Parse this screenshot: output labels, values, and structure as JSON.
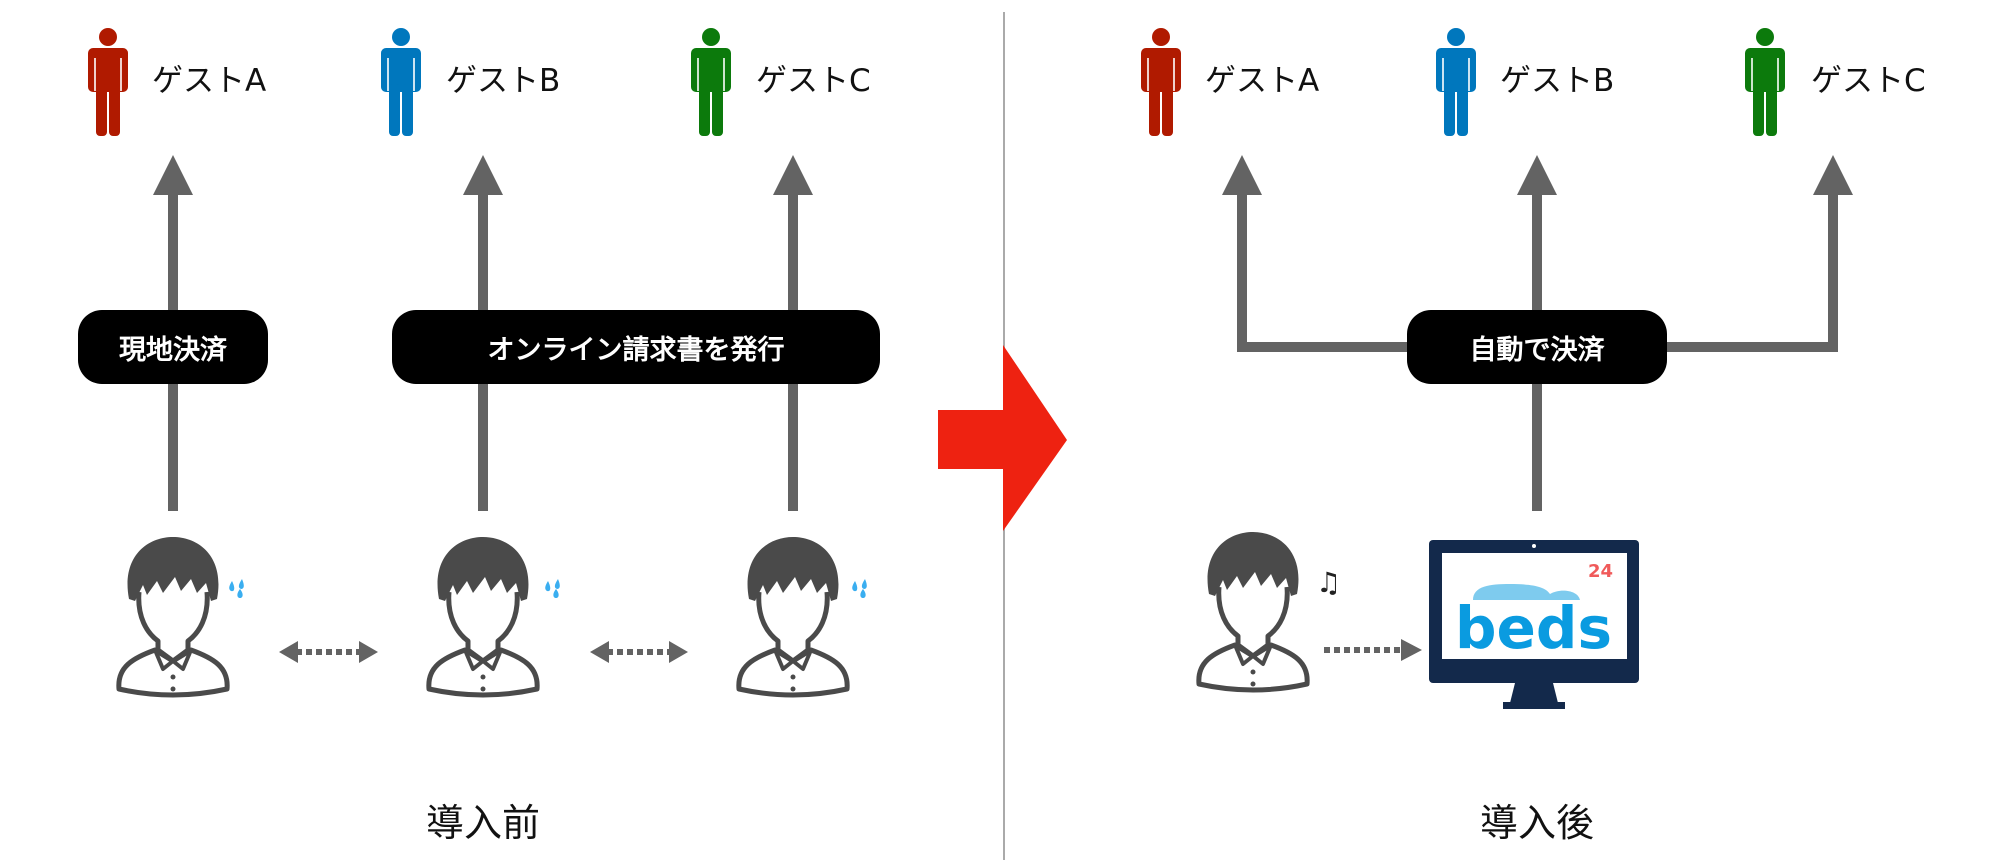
{
  "before": {
    "guests": [
      {
        "label": "ゲストA",
        "color": "#b01a00"
      },
      {
        "label": "ゲストB",
        "color": "#0077bd"
      },
      {
        "label": "ゲストC",
        "color": "#0c7a0c"
      }
    ],
    "pills": [
      "現地決済",
      "オンライン請求書を発行"
    ],
    "caption": "導入前"
  },
  "after": {
    "guests": [
      {
        "label": "ゲストA",
        "color": "#b01a00"
      },
      {
        "label": "ゲストB",
        "color": "#0077bd"
      },
      {
        "label": "ゲストC",
        "color": "#0c7a0c"
      }
    ],
    "pill": "自動で決済",
    "caption": "導入後",
    "logo": {
      "word": "beds",
      "number": "24"
    }
  },
  "colors": {
    "arrow": "#636363",
    "transition": "#ee2211",
    "monitor": "#13294b",
    "logo_blue": "#0a9be0",
    "logo_red": "#f05a5a"
  }
}
